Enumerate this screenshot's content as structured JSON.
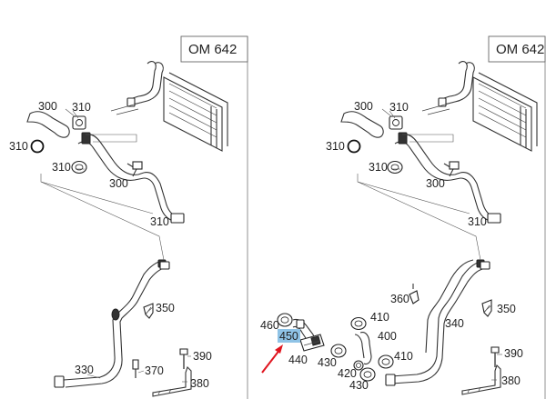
{
  "panels": [
    {
      "title": "OM 642"
    },
    {
      "title": "OM 642"
    }
  ],
  "labels_left": [
    "300",
    "310",
    "310",
    "310",
    "300",
    "310",
    "350",
    "330",
    "370",
    "390",
    "380"
  ],
  "labels_right": [
    "300",
    "310",
    "310",
    "310",
    "300",
    "310",
    "360",
    "350",
    "340",
    "460",
    "450",
    "410",
    "400",
    "440",
    "430",
    "420",
    "430",
    "410",
    "390",
    "380"
  ],
  "highlight": {
    "label": "450",
    "color": "#8fc3e6",
    "arrow_color": "#e0141e"
  }
}
